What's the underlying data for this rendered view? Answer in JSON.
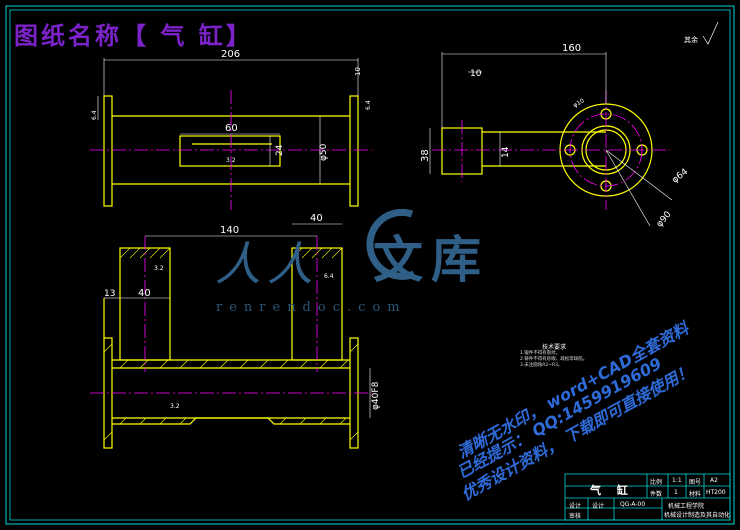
{
  "title": "图纸名称【 气   缸】",
  "watermark": {
    "left_chars": "人人",
    "right_chars": "文库",
    "url": "renrendoc.com"
  },
  "promo_lines": [
    "清晰无水印，  word+CAD全套资料",
    "已经提示：   QQ:1459919609",
    "优秀设计资料，  下载即可直接使用！"
  ],
  "dimensions": {
    "top_overall": "206",
    "top_slot": "60",
    "top_slot_h": "24",
    "top_dia": "φ50",
    "right_width": "160",
    "right_small": "10",
    "right_h": "38",
    "right_14": "14",
    "right_dia64": "φ64",
    "right_dia90": "φ90",
    "right_dia10": "φ10",
    "bottom_140": "140",
    "bottom_40a": "40",
    "bottom_13": "13",
    "bottom_40b": "40",
    "bottom_dia": "φ40F8",
    "tb0": "10",
    "roughness_a": "3.2",
    "roughness_b": "6.4",
    "other": "其余"
  },
  "requirements": {
    "heading": "技术要求",
    "items": [
      "1.锻件不得有裂纹。",
      "2.铸件不得有砂眼、疏松等缺陷。",
      "3.未注圆角R2~R3。"
    ]
  },
  "title_block": {
    "part_name": "气 缸",
    "scale_label": "比例",
    "scale_value": "1:1",
    "sheet_label": "图号",
    "sheet_value": "A2",
    "qty_label": "件数",
    "qty_value": "1",
    "material_label": "材料",
    "material_value": "HT200",
    "designer_label": "设计",
    "checker_label": "审核",
    "drawing_no": "QG-A-00",
    "school": "机械工程学院",
    "class": "机械设计制造及其自动化"
  },
  "colors": {
    "border": "#00d8d8",
    "outline": "#ffff00",
    "center": "#ff00ff",
    "dimension": "#ffffff",
    "title": "#7b22c8",
    "watermark": "#2f5f86",
    "promo": "#2e6bd8"
  }
}
